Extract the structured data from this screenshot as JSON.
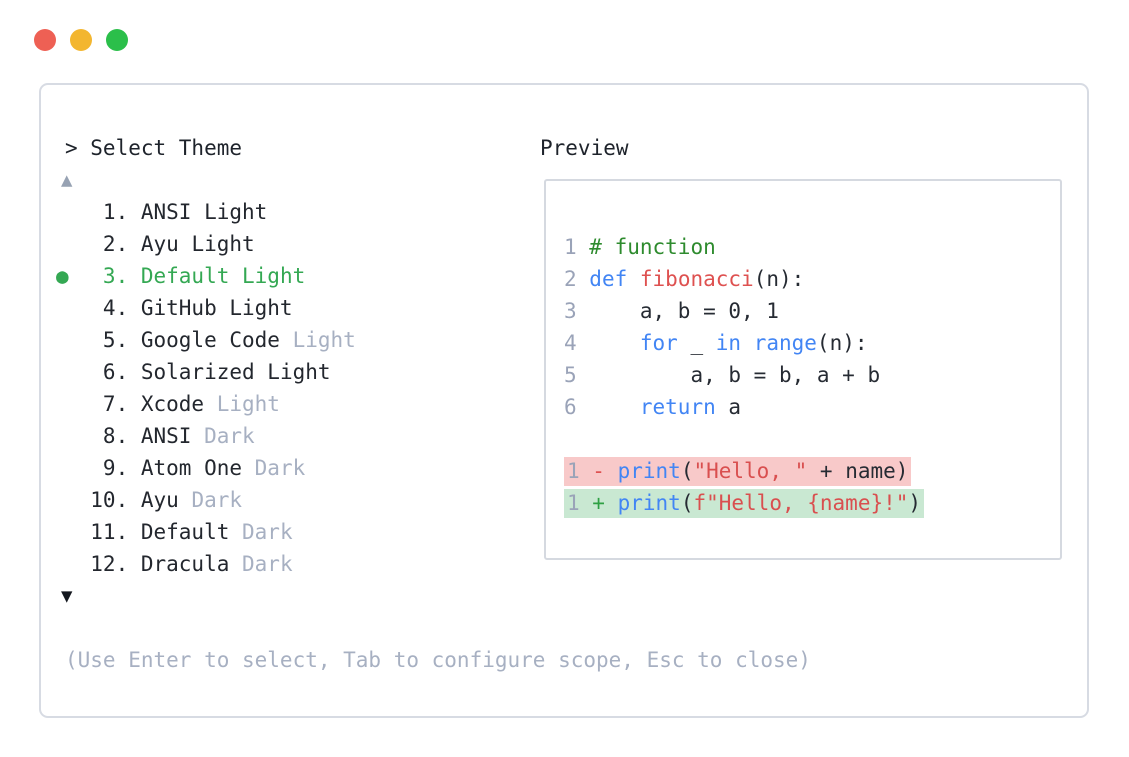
{
  "traffic_lights": {
    "close_color": "#ee6054",
    "minimize_color": "#f3b62f",
    "zoom_color": "#2bbf4a"
  },
  "theme_selector": {
    "prompt": "> Select Theme",
    "scroll_up_icon": "▲",
    "scroll_down_icon": "▼",
    "selected_indicator": "●",
    "selected_color": "#34a853",
    "muted_color": "#a7b0c2",
    "items": [
      {
        "number": 1,
        "name": "ANSI",
        "variant": "Light",
        "variant_muted": false,
        "selected": false
      },
      {
        "number": 2,
        "name": "Ayu",
        "variant": "Light",
        "variant_muted": false,
        "selected": false
      },
      {
        "number": 3,
        "name": "Default",
        "variant": "Light",
        "variant_muted": false,
        "selected": true
      },
      {
        "number": 4,
        "name": "GitHub",
        "variant": "Light",
        "variant_muted": false,
        "selected": false
      },
      {
        "number": 5,
        "name": "Google Code",
        "variant": "Light",
        "variant_muted": true,
        "selected": false
      },
      {
        "number": 6,
        "name": "Solarized",
        "variant": "Light",
        "variant_muted": false,
        "selected": false
      },
      {
        "number": 7,
        "name": "Xcode",
        "variant": "Light",
        "variant_muted": true,
        "selected": false
      },
      {
        "number": 8,
        "name": "ANSI",
        "variant": "Dark",
        "variant_muted": true,
        "selected": false
      },
      {
        "number": 9,
        "name": "Atom One",
        "variant": "Dark",
        "variant_muted": true,
        "selected": false
      },
      {
        "number": 10,
        "name": "Ayu",
        "variant": "Dark",
        "variant_muted": true,
        "selected": false
      },
      {
        "number": 11,
        "name": "Default",
        "variant": "Dark",
        "variant_muted": true,
        "selected": false
      },
      {
        "number": 12,
        "name": "Dracula",
        "variant": "Dark",
        "variant_muted": true,
        "selected": false
      }
    ],
    "hint": "(Use Enter to select, Tab to configure scope, Esc to close)"
  },
  "preview": {
    "label": "Preview",
    "syntax_colors": {
      "line_number": "#9aa3b8",
      "plain": "#262b33",
      "comment": "#2e8b2e",
      "keyword": "#4285f4",
      "function_name": "#de5150",
      "string": "#d94f4f",
      "diff_del_bg": "#f8c9c9",
      "diff_add_bg": "#c9e8d2"
    },
    "code_lines": [
      {
        "num": "1",
        "segments": [
          {
            "text": "# function",
            "style": "comment"
          }
        ]
      },
      {
        "num": "2",
        "segments": [
          {
            "text": "def",
            "style": "kw"
          },
          {
            "text": " ",
            "style": "plain"
          },
          {
            "text": "fibonacci",
            "style": "fname"
          },
          {
            "text": "(n):",
            "style": "plain"
          }
        ]
      },
      {
        "num": "3",
        "segments": [
          {
            "text": "    a, b = 0, 1",
            "style": "plain"
          }
        ]
      },
      {
        "num": "4",
        "segments": [
          {
            "text": "    ",
            "style": "plain"
          },
          {
            "text": "for",
            "style": "kw"
          },
          {
            "text": " _ ",
            "style": "plain"
          },
          {
            "text": "in",
            "style": "kw"
          },
          {
            "text": " ",
            "style": "plain"
          },
          {
            "text": "range",
            "style": "kw"
          },
          {
            "text": "(n):",
            "style": "plain"
          }
        ]
      },
      {
        "num": "5",
        "segments": [
          {
            "text": "        a, b = b, a + b",
            "style": "plain"
          }
        ]
      },
      {
        "num": "6",
        "segments": [
          {
            "text": "    ",
            "style": "plain"
          },
          {
            "text": "return",
            "style": "kw"
          },
          {
            "text": " a",
            "style": "plain"
          }
        ]
      },
      {
        "blank": true
      },
      {
        "num": "1",
        "diff": "del",
        "segments": [
          {
            "text": "- ",
            "style": "del-sign"
          },
          {
            "text": "print",
            "style": "kw"
          },
          {
            "text": "(",
            "style": "plain"
          },
          {
            "text": "\"Hello, \"",
            "style": "str"
          },
          {
            "text": " + name)",
            "style": "plain"
          }
        ]
      },
      {
        "num": "1",
        "diff": "add",
        "segments": [
          {
            "text": "+ ",
            "style": "add-sign"
          },
          {
            "text": "print",
            "style": "kw"
          },
          {
            "text": "(",
            "style": "plain"
          },
          {
            "text": "f\"Hello, {name}!\"",
            "style": "str"
          },
          {
            "text": ")",
            "style": "plain"
          }
        ]
      }
    ]
  }
}
